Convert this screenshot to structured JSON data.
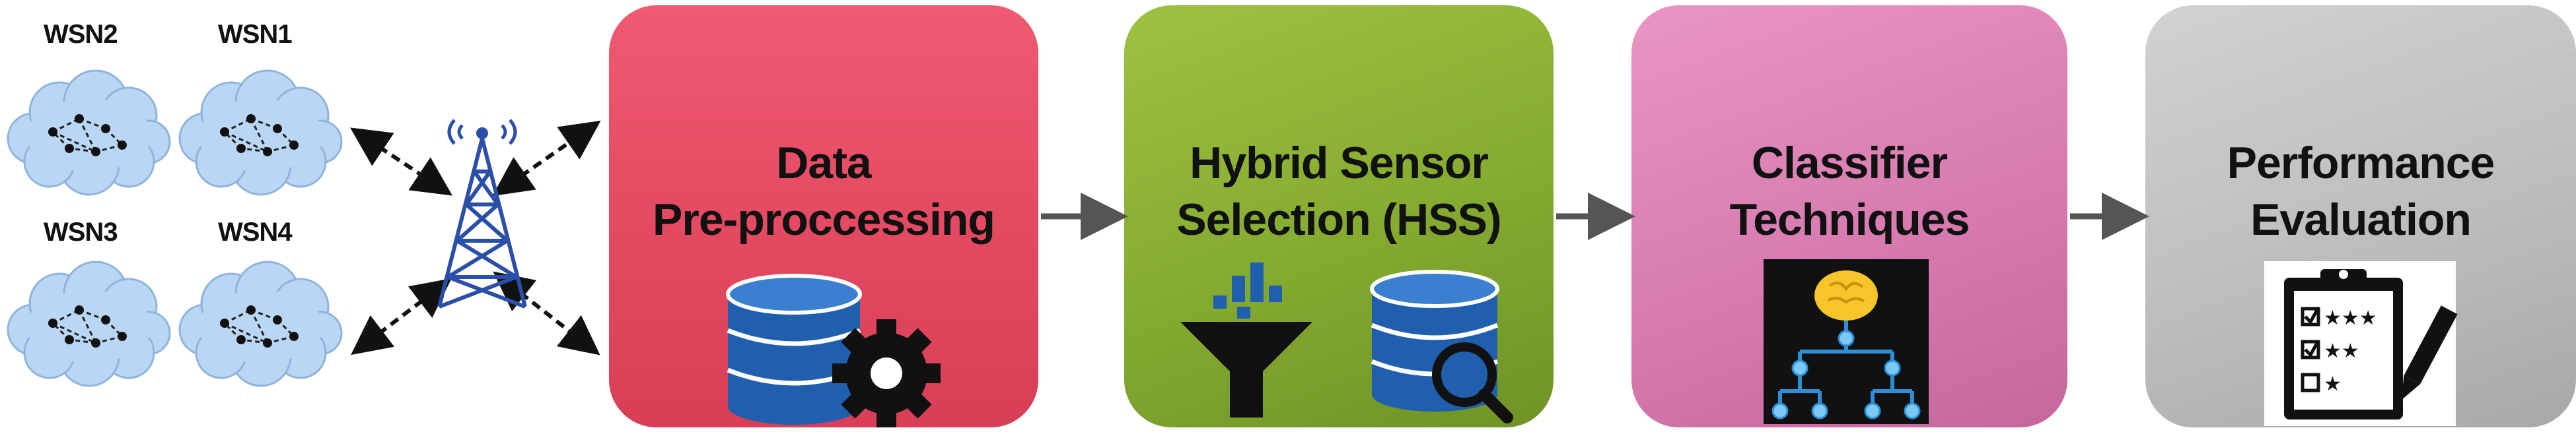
{
  "networks": [
    {
      "label": "WSN2"
    },
    {
      "label": "WSN1"
    },
    {
      "label": "WSN3"
    },
    {
      "label": "WSN4"
    }
  ],
  "stages": [
    {
      "title_lines": [
        "Data",
        "Pre-proccessing"
      ],
      "color": "#e2485f"
    },
    {
      "title_lines": [
        "Hybrid Sensor",
        "Selection (HSS)"
      ],
      "color": "#84aa30"
    },
    {
      "title_lines": [
        "Classifier",
        "Techniques"
      ],
      "color": "#d77bb0"
    },
    {
      "title_lines": [
        "Performance",
        "Evaluation"
      ],
      "color": "#bdbdbd"
    }
  ],
  "colors": {
    "cloud": "#b9d6f4",
    "tower": "#2b4fa8",
    "database": "#1f5fae",
    "arrow": "#555555"
  }
}
